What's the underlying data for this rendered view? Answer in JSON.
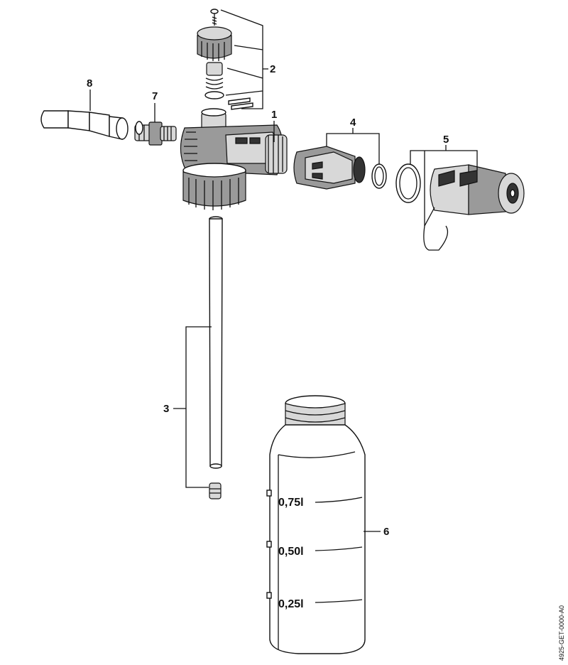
{
  "callouts": {
    "c1": "1",
    "c2": "2",
    "c3": "3",
    "c4": "4",
    "c5": "5",
    "c6": "6",
    "c7": "7",
    "c8": "8"
  },
  "bottle_scale": {
    "s075": "0,75l",
    "s050": "0,50l",
    "s025": "0,25l"
  },
  "doc_id": "4925-GET-0000-A0"
}
